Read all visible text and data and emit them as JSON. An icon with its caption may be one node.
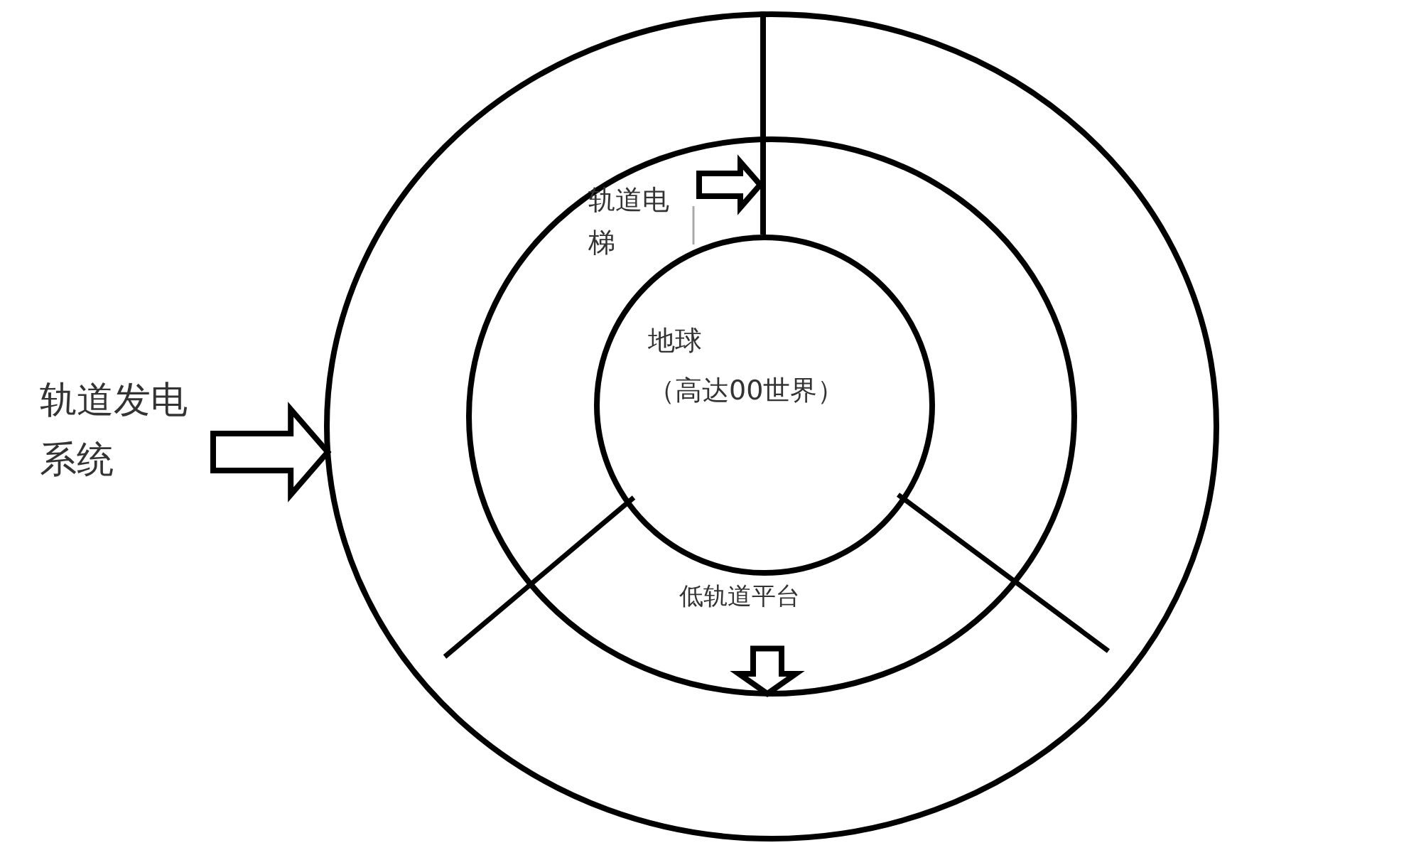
{
  "diagram": {
    "nodes": [
      {
        "text": [],
        "shape": "circle"
      },
      {
        "text": [],
        "shape": "circle",
        "in": 0
      },
      {
        "text": [
          "地球",
          "（高达00世界）"
        ],
        "in": 1
      },
      {
        "text": [
          "轨道发电系统"
        ]
      },
      {
        "text": [
          "轨道电梯"
        ],
        "in": 1
      },
      {
        "text": [],
        "shape": "bar",
        "in": 0
      },
      {
        "text": [
          "低轨道平台"
        ],
        "in": 1
      }
    ],
    "edges": [
      {
        "from": 3,
        "to": 0,
        "arrow": "to"
      },
      {
        "from": 4,
        "to": 5,
        "arrow": "to"
      },
      {
        "from": 6,
        "to": 1,
        "arrow": "to"
      }
    ]
  }
}
